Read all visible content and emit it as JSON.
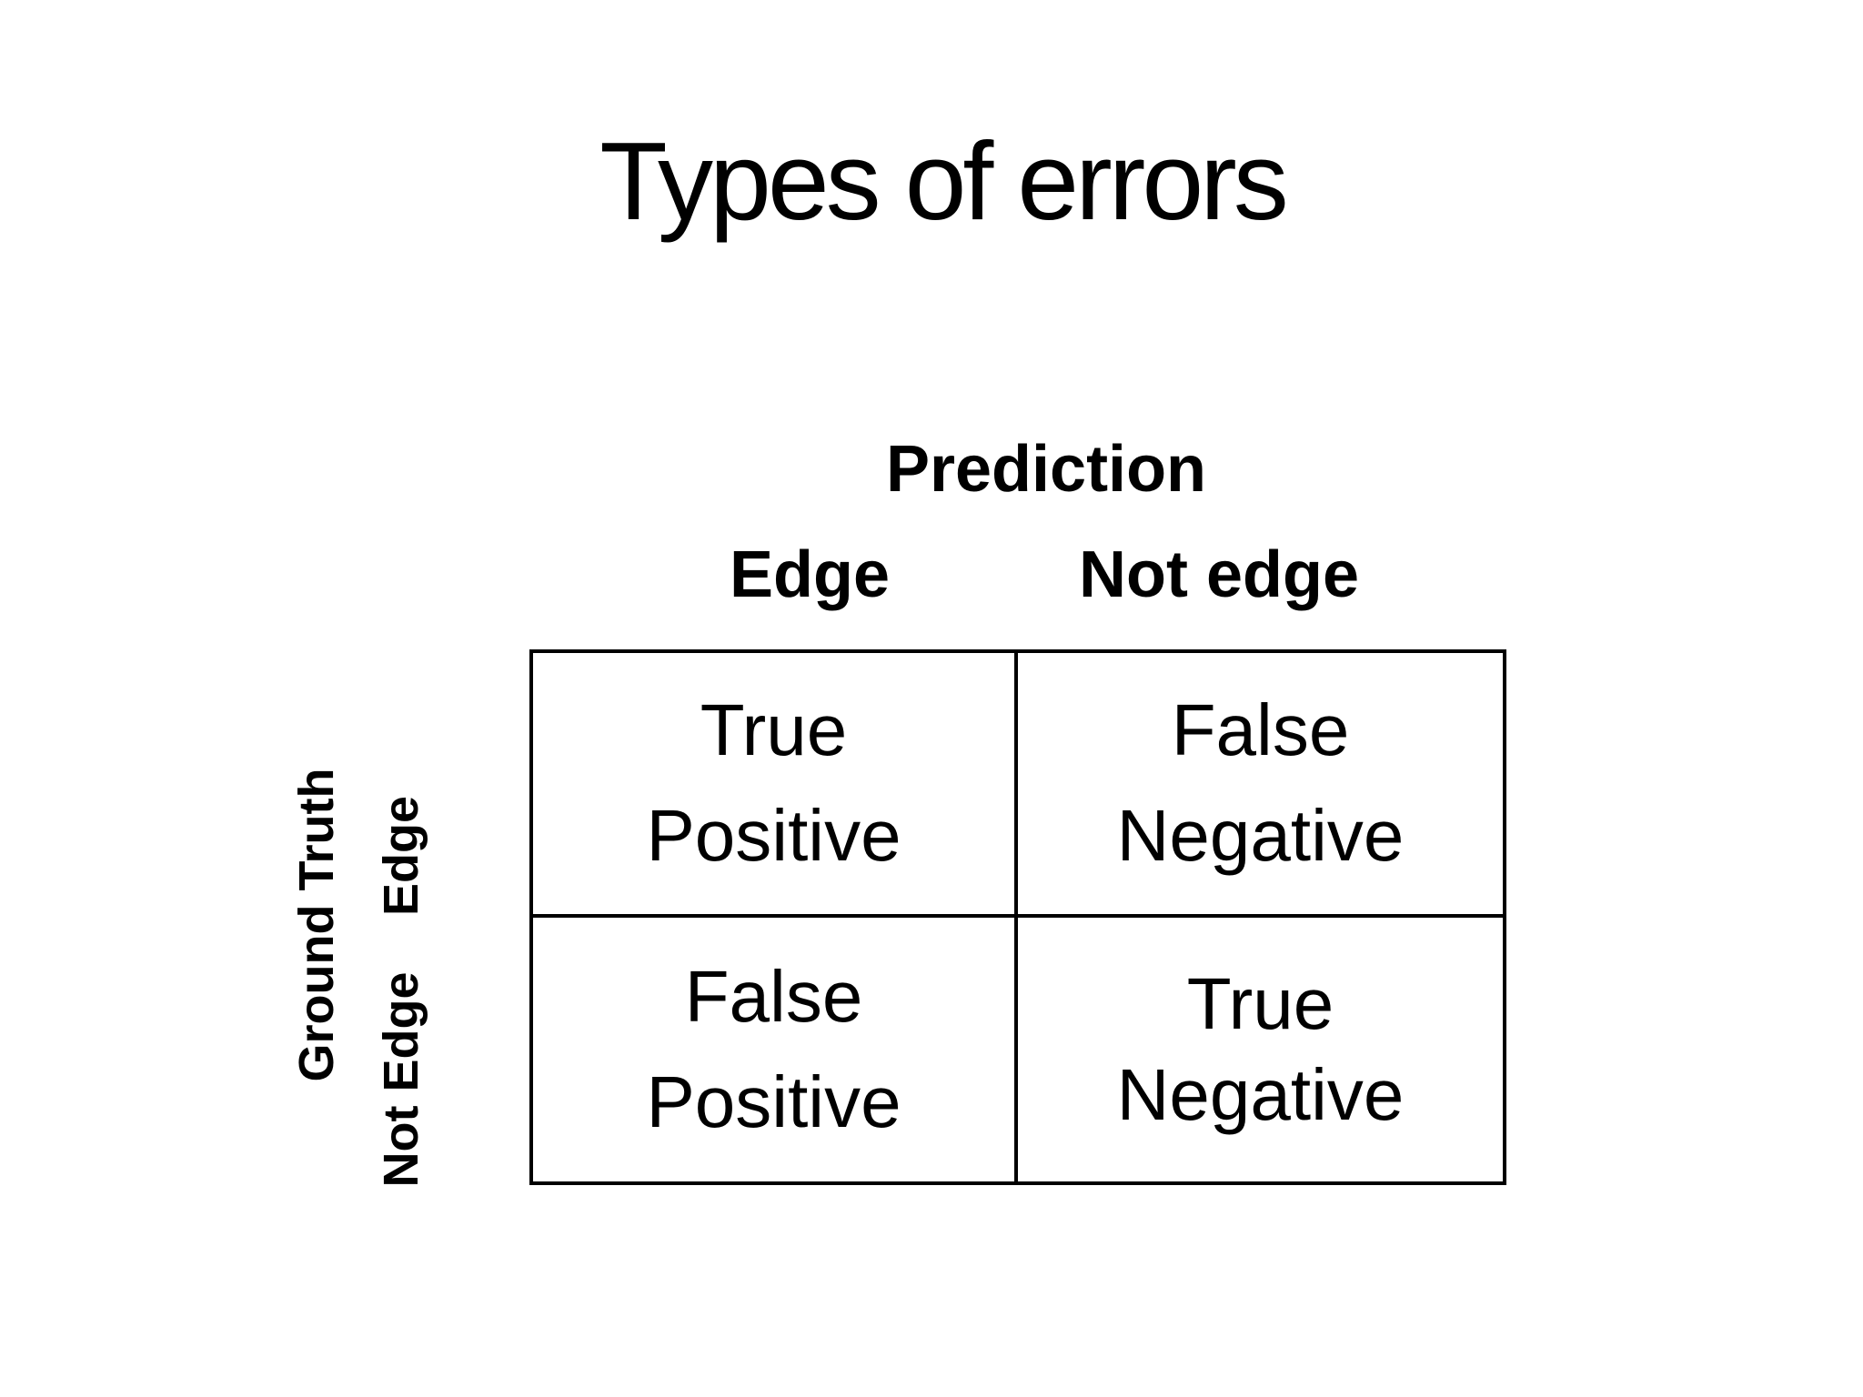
{
  "slide": {
    "title": "Types of errors"
  },
  "matrix": {
    "column_axis_label": "Prediction",
    "column_headers": [
      "Edge",
      "Not edge"
    ],
    "row_axis_label": "Ground Truth",
    "row_headers": [
      "Edge",
      "Not Edge"
    ],
    "cells": [
      {
        "name": "true-positive",
        "line1": "True",
        "line2": "Positive"
      },
      {
        "name": "false-negative",
        "line1": "False",
        "line2": "Negative"
      },
      {
        "name": "false-positive",
        "line1": "False",
        "line2": "Positive"
      },
      {
        "name": "true-negative",
        "line1": "True",
        "line2": "Negative"
      }
    ]
  },
  "colors": {
    "background": "#ffffff",
    "text": "#000000",
    "border": "#000000"
  }
}
